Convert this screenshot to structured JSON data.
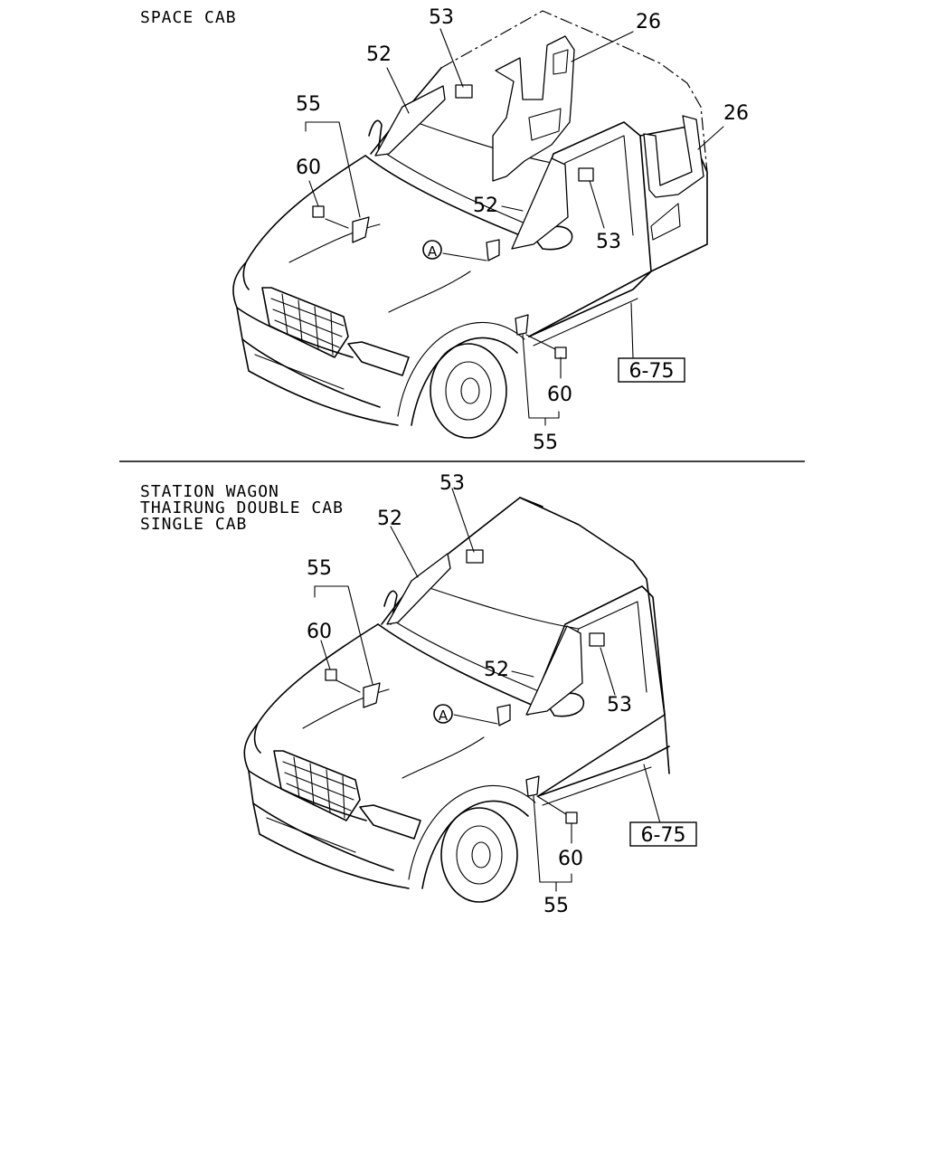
{
  "panels": [
    {
      "heading": [
        "SPACE CAB"
      ],
      "callouts": {
        "p26a": "26",
        "p26b": "26",
        "p53a": "53",
        "p53b": "53",
        "p52a": "52",
        "p52b": "52",
        "p55a": "55",
        "p55b": "55",
        "p60a": "60",
        "p60b": "60",
        "ref": "6-75",
        "circle": "A"
      }
    },
    {
      "heading": [
        "STATION WAGON",
        "THAIRUNG DOUBLE CAB",
        "SINGLE CAB"
      ],
      "callouts": {
        "p53a": "53",
        "p53b": "53",
        "p52a": "52",
        "p52b": "52",
        "p55a": "55",
        "p55b": "55",
        "p60a": "60",
        "p60b": "60",
        "ref": "6-75",
        "circle": "A"
      }
    }
  ]
}
